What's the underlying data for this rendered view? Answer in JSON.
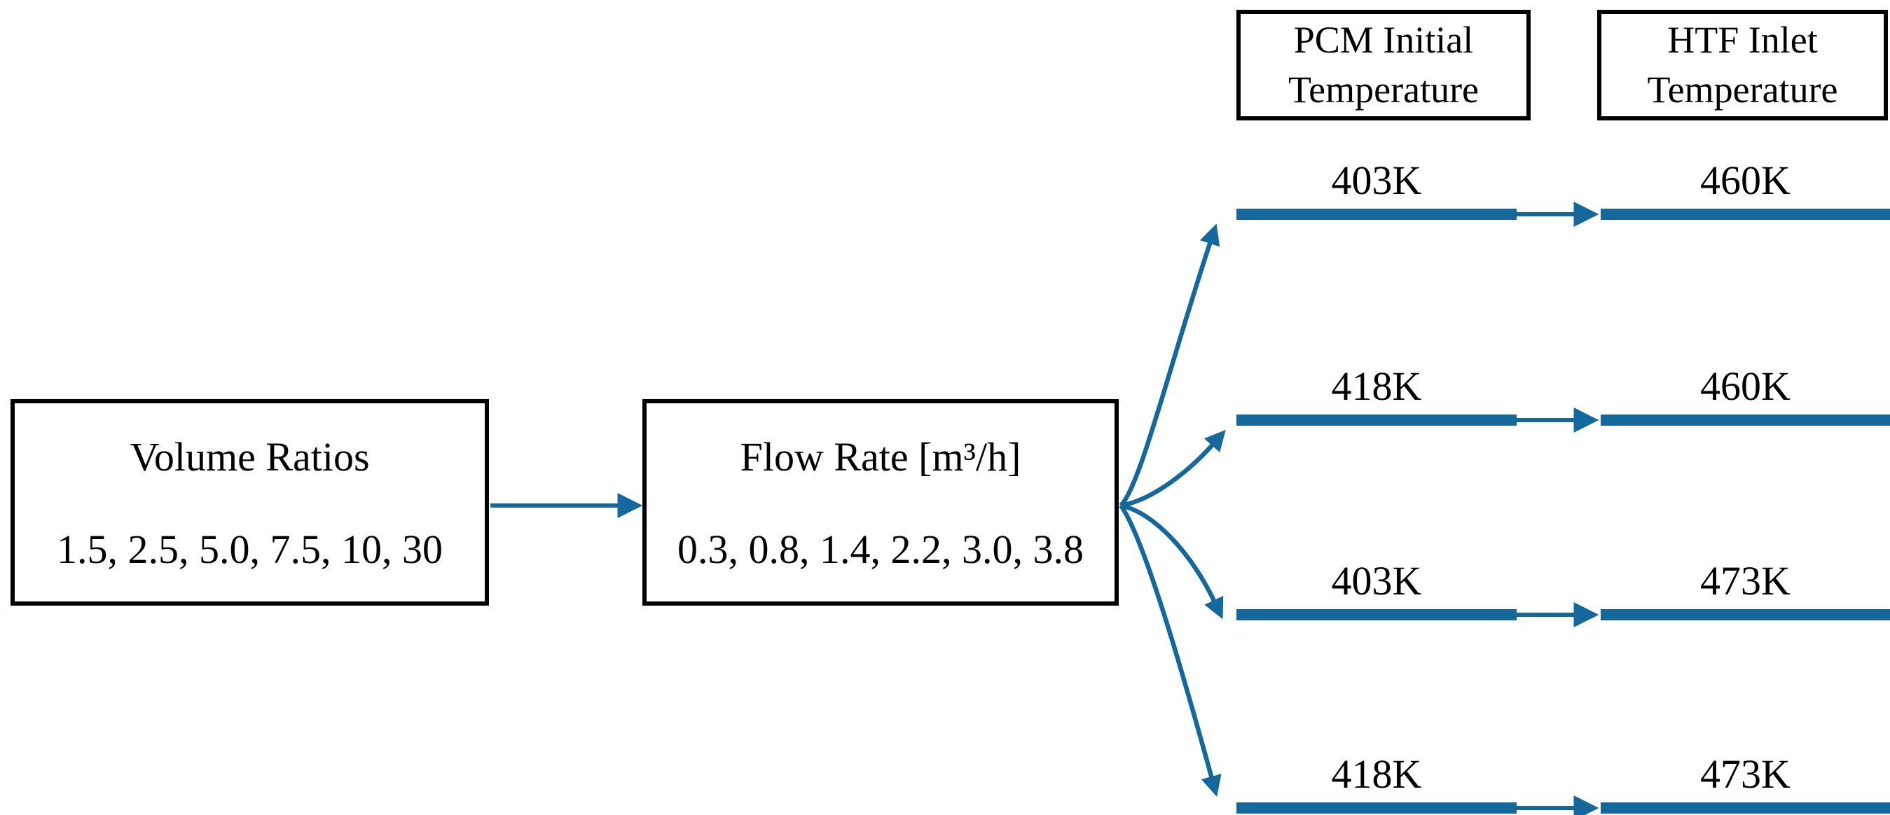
{
  "diagram": {
    "background": "#ffffff",
    "accent_color": "#15689b",
    "border_color": "#000000",
    "boxes": {
      "volume": {
        "title": "Volume Ratios",
        "values": "1.5, 2.5, 5.0, 7.5, 10, 30"
      },
      "flow": {
        "title": "Flow Rate [m³/h]",
        "values": "0.3, 0.8, 1.4, 2.2, 3.0, 3.8"
      }
    },
    "headers": {
      "pcm": {
        "line1": "PCM Initial",
        "line2": "Temperature"
      },
      "htf": {
        "line1": "HTF Inlet",
        "line2": "Temperature"
      }
    },
    "rows": [
      {
        "pcm_temp": "403K",
        "htf_temp": "460K"
      },
      {
        "pcm_temp": "418K",
        "htf_temp": "460K"
      },
      {
        "pcm_temp": "403K",
        "htf_temp": "473K"
      },
      {
        "pcm_temp": "418K",
        "htf_temp": "473K"
      }
    ]
  }
}
